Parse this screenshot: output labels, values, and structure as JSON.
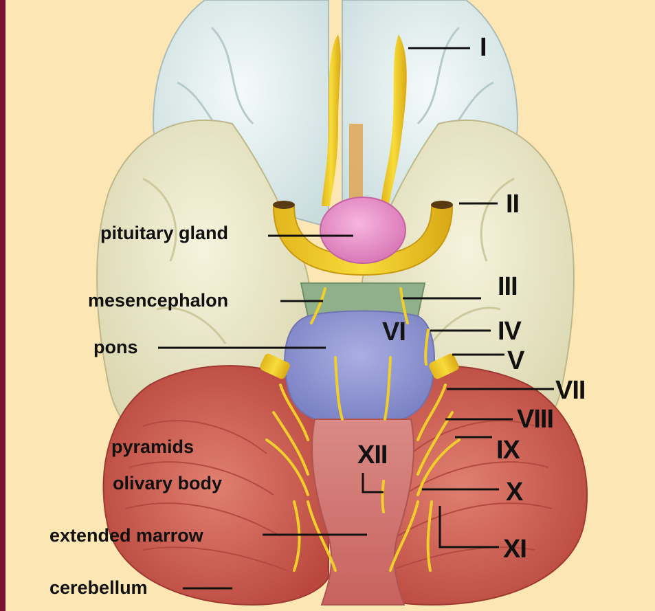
{
  "labels": {
    "pituitary_gland": "pituitary gland",
    "mesencephalon": "mesencephalon",
    "pons": "pons",
    "pyramids": "pyramids",
    "olivary_body": "olivary body",
    "extended_marrow": "extended marrow",
    "cerebellum": "cerebellum"
  },
  "nerves": {
    "I": "I",
    "II": "II",
    "III": "III",
    "IV": "IV",
    "V": "V",
    "VI": "VI",
    "VII": "VII",
    "VIII": "VIII",
    "IX": "IX",
    "X": "X",
    "XI": "XI",
    "XII": "XII"
  },
  "colors": {
    "background": "#fbe6b4",
    "frame": "#7a1230",
    "frontal_lobe": "#dfeaea",
    "temporal_lobe": "#efedd0",
    "cerebellum": "#d66a5c",
    "pons": "#8c93d0",
    "mesencephalon": "#8fb08a",
    "pituitary": "#e88ac6",
    "nerve": "#f2cf2a",
    "medulla": "#d87f7c"
  }
}
